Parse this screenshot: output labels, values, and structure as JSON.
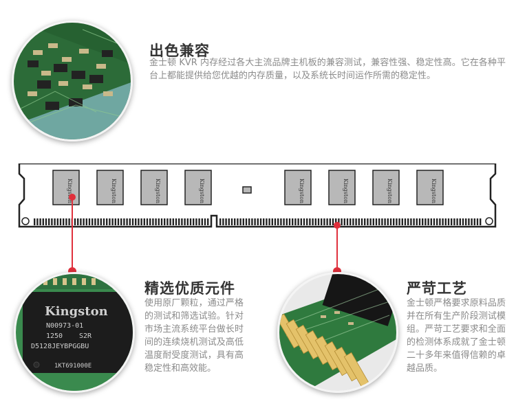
{
  "sections": {
    "compatibility": {
      "title": "出色兼容",
      "body": "金士顿 KVR 内存经过各大主流品牌主机板的兼容测试，兼容性强、稳定性高。它在各种平台上都能提供给您优越的内存质量，以及系统长时间运作所需的稳定性。"
    },
    "components": {
      "title": "精选优质元件",
      "body": "使用原厂颗粒，通过严格的测试和筛选试验。针对市场主流系统平台做长时间的连续烧机测试及高低温度耐受度测试，具有高稳定性和高效能。"
    },
    "craft": {
      "title": "严苛工艺",
      "body": "金士顿严格要求原料品质并在所有生产阶段测试模组。严苛工艺要求和全面的检测体系成就了金士顿二十多年来值得信赖的卓越品质。"
    }
  },
  "chip_text": {
    "brand": "Kingston",
    "line1": "N00973-01",
    "line2a": "1250",
    "line2b": "S2R",
    "line3": "D5128JEYBPGGBU",
    "line4": "1KT691000E"
  },
  "colors": {
    "accent": "#e0303c",
    "pcb": "#2f7a3e",
    "chip": "#b8b8b8"
  }
}
